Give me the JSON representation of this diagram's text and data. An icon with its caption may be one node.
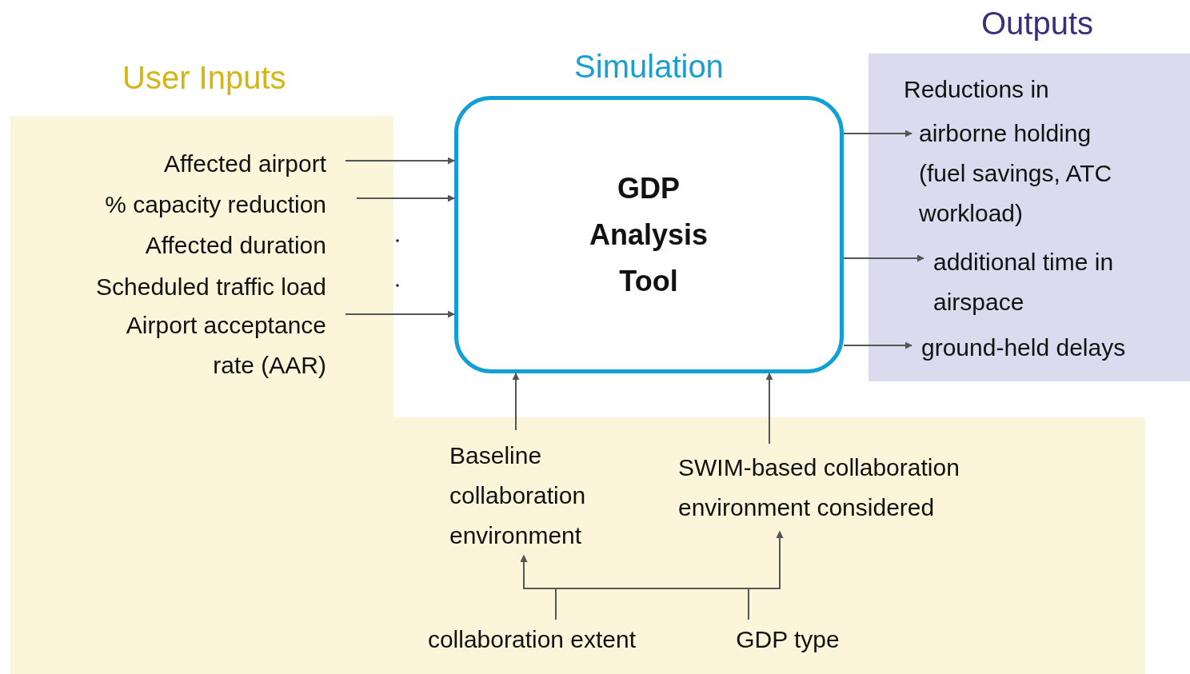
{
  "diagram": {
    "nodes": [
      {
        "text": [
          "User Inputs"
        ]
      },
      {
        "text": [
          "Affected airport"
        ],
        "in": 0
      },
      {
        "text": [
          "% capacity reduction"
        ],
        "in": 0
      },
      {
        "text": [
          "Affected duration"
        ],
        "in": 0
      },
      {
        "text": [
          "Scheduled traffic load"
        ],
        "in": 0
      },
      {
        "text": [
          "Airport acceptance rate (AAR)"
        ],
        "in": 0
      },
      {
        "text": [
          "Simulation",
          "GDP Analysis Tool"
        ]
      },
      {
        "text": [
          "Outputs",
          "Reductions in"
        ]
      },
      {
        "text": [
          "airborne holding (fuel savings, ATC workload)"
        ],
        "in": 7
      },
      {
        "text": [
          "additional time in airspace"
        ],
        "in": 7
      },
      {
        "text": [
          "ground-held delays"
        ],
        "in": 7
      },
      {
        "text": [
          "Baseline collaboration environment"
        ],
        "in": 0
      },
      {
        "text": [
          "SWIM-based collaboration environment considered"
        ],
        "in": 0
      },
      {
        "text": [
          "collaboration extent"
        ],
        "in": 0
      },
      {
        "text": [
          "GDP type"
        ],
        "in": 0
      }
    ],
    "edges": [
      {
        "from": 1,
        "to": 6,
        "arrow": "to"
      },
      {
        "from": 2,
        "to": 6,
        "arrow": "to"
      },
      {
        "from": 5,
        "to": 6,
        "arrow": "to"
      },
      {
        "from": 6,
        "to": 8,
        "arrow": "to"
      },
      {
        "from": 6,
        "to": 9,
        "arrow": "to"
      },
      {
        "from": 6,
        "to": 10,
        "arrow": "to"
      },
      {
        "from": 11,
        "to": 6,
        "arrow": "to"
      },
      {
        "from": 12,
        "to": 6,
        "arrow": "to"
      },
      {
        "from": 13,
        "to": 11,
        "arrow": "to"
      },
      {
        "from": 13,
        "to": 12,
        "arrow": "to"
      },
      {
        "from": 14,
        "to": 11,
        "arrow": "to"
      },
      {
        "from": 14,
        "to": 12,
        "arrow": "to"
      }
    ]
  }
}
